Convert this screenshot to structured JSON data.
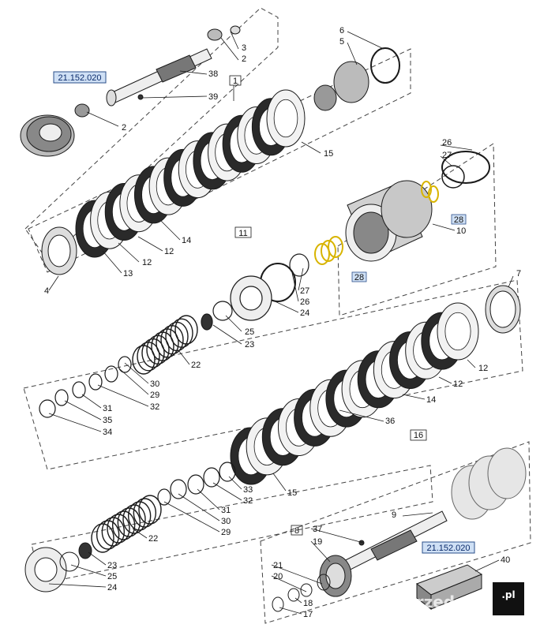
{
  "diagram": {
    "refs": {
      "top": "21.152.020",
      "bottom": "21.152.020"
    },
    "callouts": {
      "n1": "1",
      "n2a": "2",
      "n2b": "2",
      "n3": "3",
      "n4": "4",
      "n5": "5",
      "n6": "6",
      "n7": "7",
      "n8": "8",
      "n9": "9",
      "n10": "10",
      "n11": "11",
      "n12a": "12",
      "n12b": "12",
      "n12c": "12",
      "n12d": "12",
      "n13": "13",
      "n14a": "14",
      "n14b": "14",
      "n15a": "15",
      "n15b": "15",
      "n16": "16",
      "n17": "17",
      "n18": "18",
      "n19": "19",
      "n20": "20",
      "n21": "21",
      "n22a": "22",
      "n22b": "22",
      "n23a": "23",
      "n23b": "23",
      "n24a": "24",
      "n24b": "24",
      "n25a": "25",
      "n25b": "25",
      "n26a": "26",
      "n26b": "26",
      "n27a": "27",
      "n27b": "27",
      "n28a": "28",
      "n28b": "28",
      "n29a": "29",
      "n29b": "29",
      "n30a": "30",
      "n30b": "30",
      "n31a": "31",
      "n31b": "31",
      "n32a": "32",
      "n32b": "32",
      "n33": "33",
      "n34": "34",
      "n35": "35",
      "n36": "36",
      "n37": "37",
      "n38": "38",
      "n39": "39",
      "n40": "40"
    }
  },
  "watermark": "Sprzedajemy",
  "watermark_badge": ".pl",
  "colors": {
    "line": "#1a1a1a",
    "ref_fill": "#cfe0f5",
    "ref_stroke": "#2b4f8a",
    "ring28": "#d8b400",
    "plate": "#2a2a2a"
  }
}
